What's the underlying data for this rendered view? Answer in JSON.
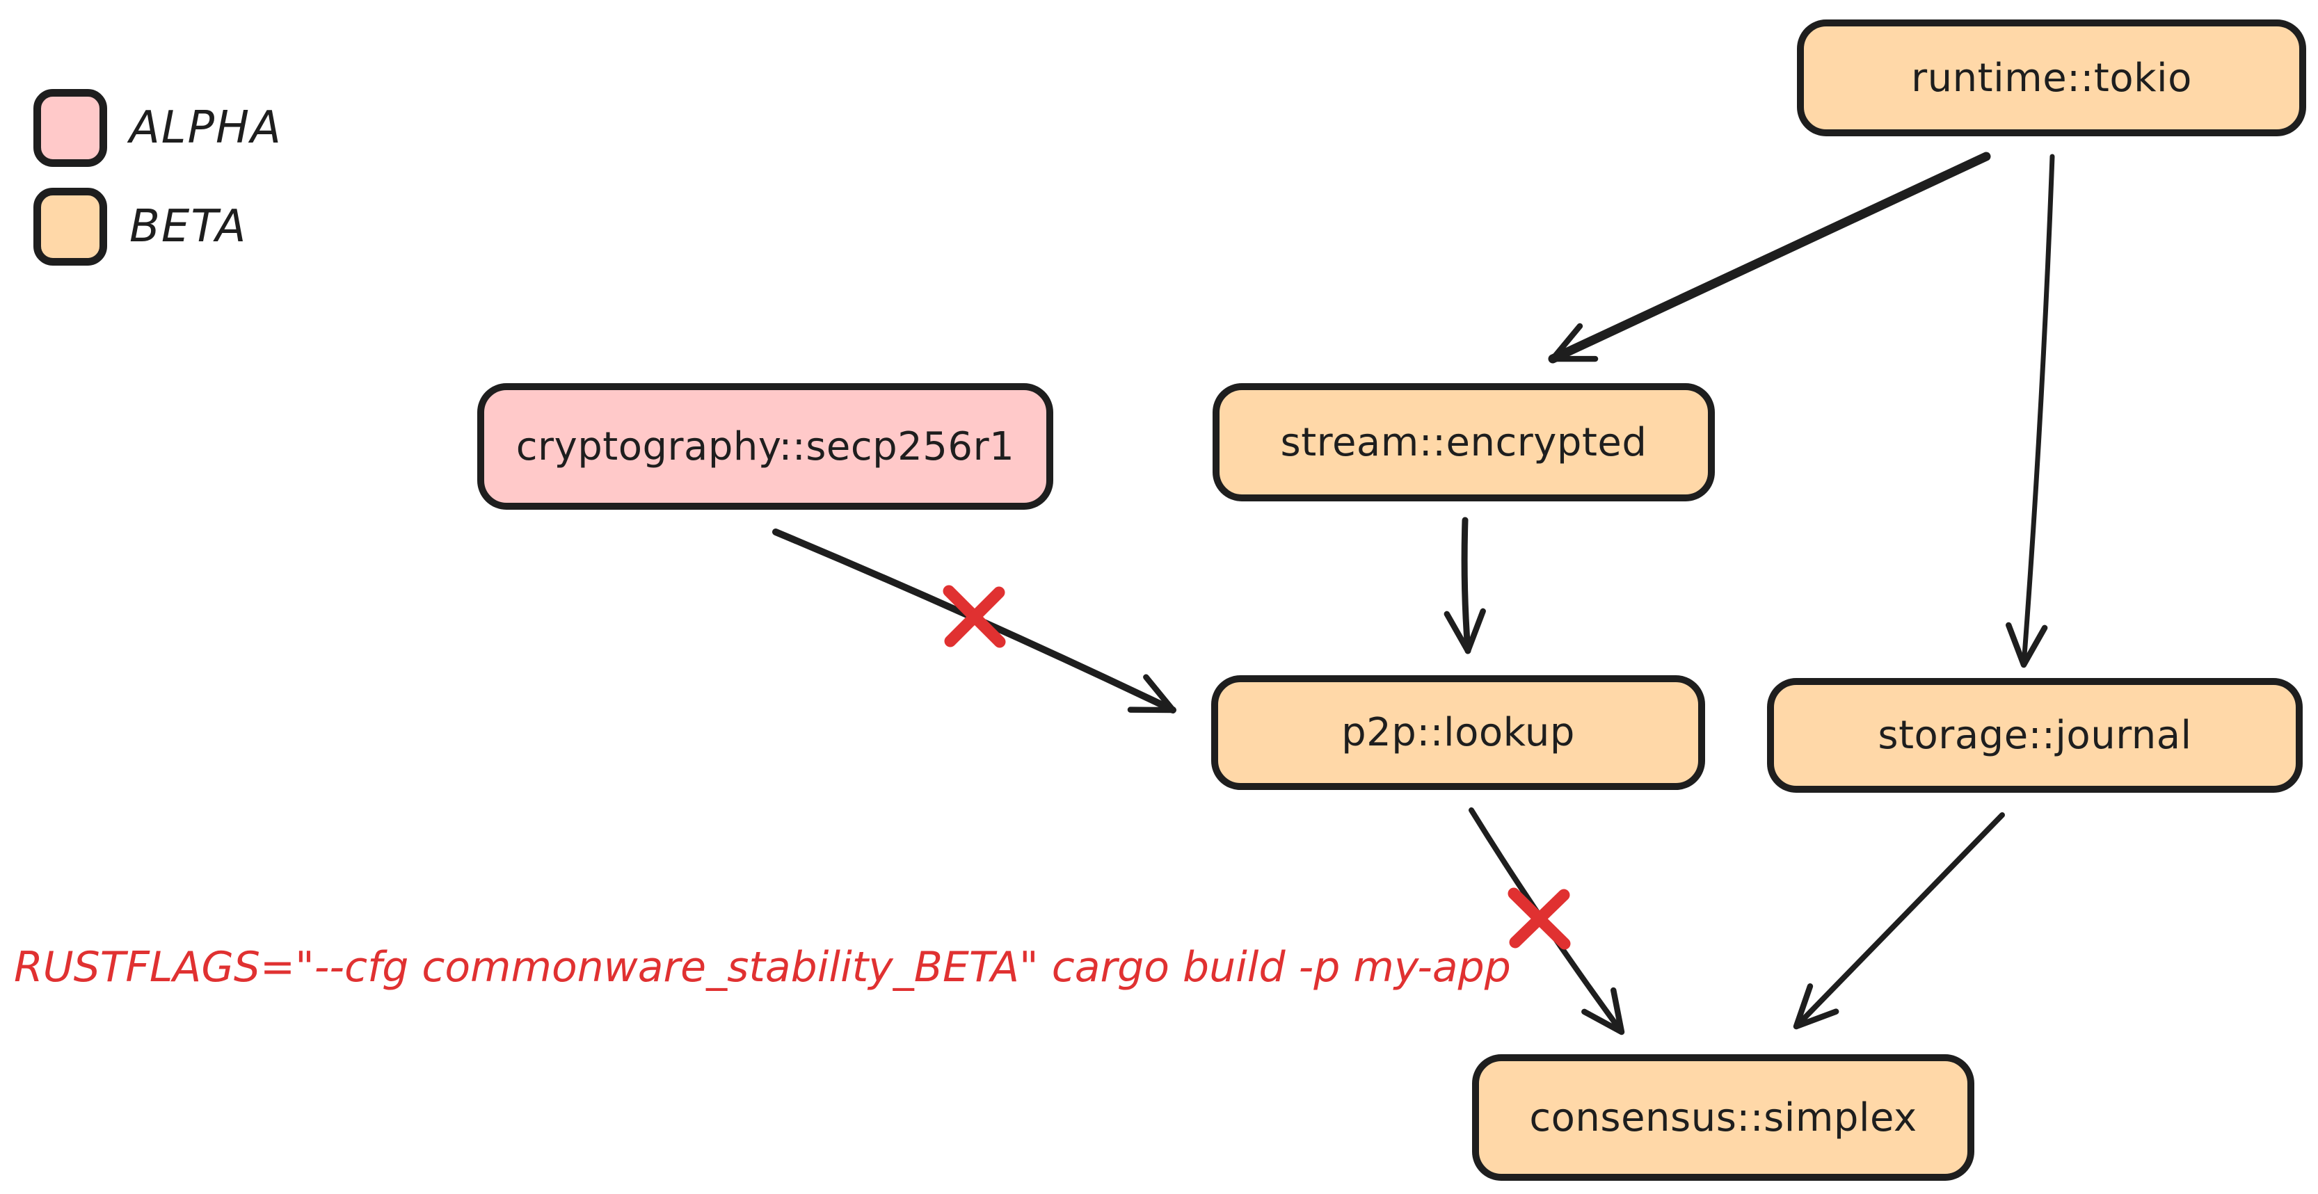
{
  "diagram": {
    "legend": {
      "items": [
        {
          "label": "ALPHA",
          "color": "#ffc9c9"
        },
        {
          "label": "BETA",
          "color": "#ffd8a8"
        }
      ]
    },
    "nodes": {
      "runtime": {
        "label": "runtime::tokio",
        "stability": "BETA"
      },
      "cryptography": {
        "label": "cryptography::secp256r1",
        "stability": "ALPHA"
      },
      "stream": {
        "label": "stream::encrypted",
        "stability": "BETA"
      },
      "p2p": {
        "label": "p2p::lookup",
        "stability": "BETA"
      },
      "storage": {
        "label": "storage::journal",
        "stability": "BETA"
      },
      "consensus": {
        "label": "consensus::simplex",
        "stability": "BETA"
      }
    },
    "edges": [
      {
        "from": "runtime::tokio",
        "to": "stream::encrypted",
        "blocked": false
      },
      {
        "from": "runtime::tokio",
        "to": "storage::journal",
        "blocked": false
      },
      {
        "from": "stream::encrypted",
        "to": "p2p::lookup",
        "blocked": false
      },
      {
        "from": "cryptography::secp256r1",
        "to": "p2p::lookup",
        "blocked": true
      },
      {
        "from": "p2p::lookup",
        "to": "consensus::simplex",
        "blocked": true
      },
      {
        "from": "storage::journal",
        "to": "consensus::simplex",
        "blocked": false
      }
    ],
    "command": {
      "text": "RUSTFLAGS=\"--cfg commonware_stability_BETA\" cargo build -p my-app",
      "color": "#e03131"
    },
    "colors": {
      "stroke": "#1e1e1e",
      "alpha_fill": "#ffc9c9",
      "beta_fill": "#ffd8a8",
      "blocked": "#e03131",
      "background": "#ffffff"
    }
  }
}
